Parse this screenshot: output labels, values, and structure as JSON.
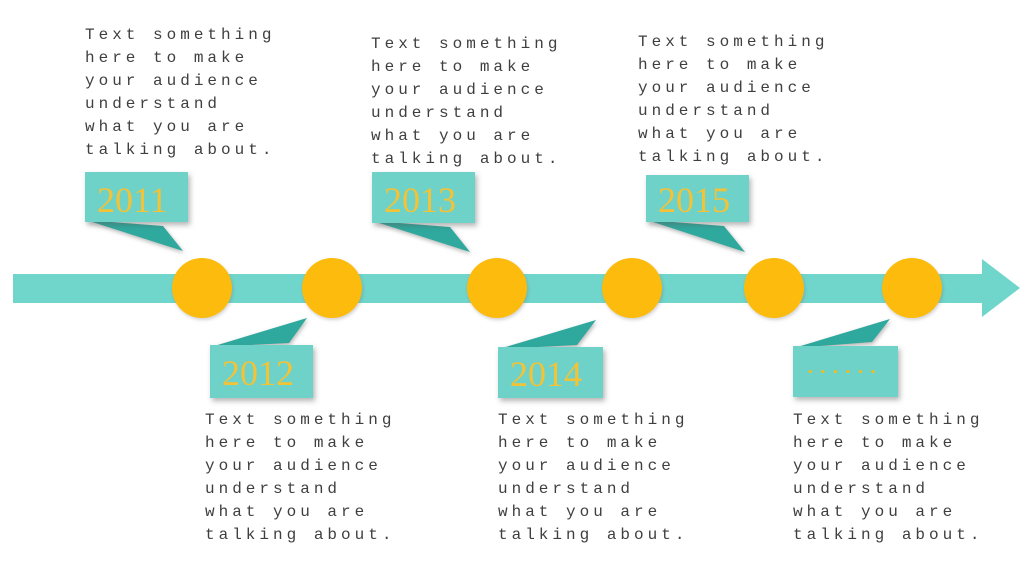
{
  "slide": {
    "type": "timeline",
    "direction": "left-to-right"
  },
  "palette": {
    "timeline_bar": "#70D5CB",
    "bubble_fill": "#6FD2C8",
    "bubble_tail": "#2FA99E",
    "node_circle": "#FCBB0D",
    "year_text": "#F2C237",
    "body_text": "#3F3F3F"
  },
  "milestones": [
    {
      "year": "2011",
      "position": "above",
      "description": "Text something here to make your audience understand what you are talking about."
    },
    {
      "year": "2012",
      "position": "below",
      "description": "Text something here to make your audience understand what you are talking about."
    },
    {
      "year": "2013",
      "position": "above",
      "description": "Text something here to make your audience understand what you are talking about."
    },
    {
      "year": "2014",
      "position": "below",
      "description": "Text something here to make your audience understand what you are talking about."
    },
    {
      "year": "2015",
      "position": "above",
      "description": "Text something here to make your audience understand what you are talking about."
    },
    {
      "year": "••••••",
      "position": "below",
      "description": "Text something here to make your audience understand what you are talking about."
    }
  ]
}
